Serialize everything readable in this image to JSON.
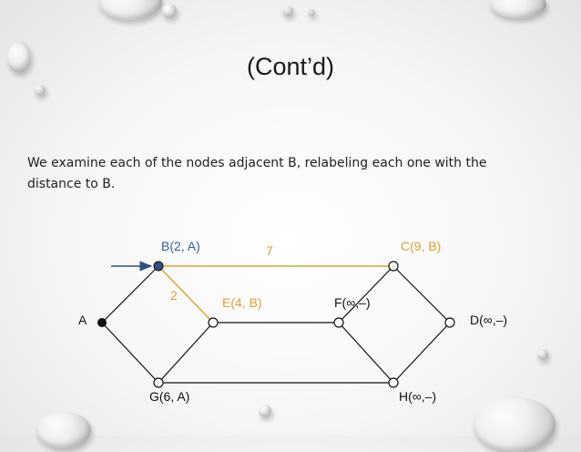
{
  "slide": {
    "title": "(Cont’d)",
    "body": "We examine each of the nodes adjacent B, relabeling each one with the distance to B."
  },
  "graph": {
    "nodes": {
      "A": "A",
      "B": "B(2, A)",
      "C": "C(9, B)",
      "D": "D(∞,–)",
      "E": "E(4, B)",
      "F": "F(∞,–)",
      "G": "G(6, A)",
      "H": "H(∞,–)"
    },
    "edge_weights": {
      "B_C": "7",
      "B_E": "2"
    },
    "colors": {
      "highlight_edge": "#e0a030",
      "current_node": "#2f4f7f",
      "edge": "#111111",
      "orange_label": "#e0a030",
      "blue_label": "#2f5fa8"
    }
  }
}
